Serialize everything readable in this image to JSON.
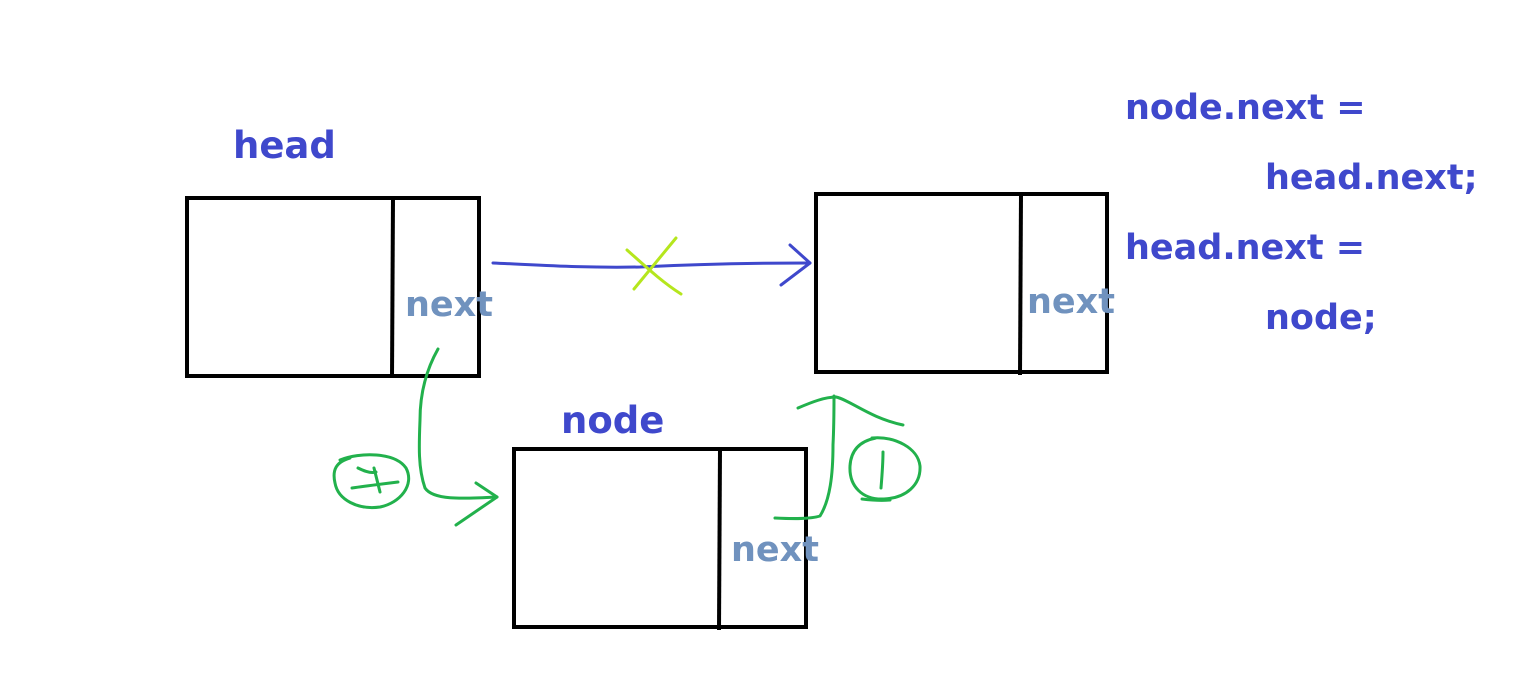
{
  "labels": {
    "head": "head",
    "node": "node",
    "next_head": "next",
    "next_right": "next",
    "next_node": "next"
  },
  "code": {
    "line1": "node.next =",
    "line2": "head.next;",
    "line3": "head.next =",
    "line4": "node;"
  },
  "step_marks": {
    "left": "2",
    "right": "1"
  },
  "colors": {
    "box_stroke": "#000000",
    "title_text": "#3f48cc",
    "field_text": "#7092be",
    "old_link": "#3f48cc",
    "cross_mark": "#b5e61d",
    "new_link": "#22b14c"
  }
}
